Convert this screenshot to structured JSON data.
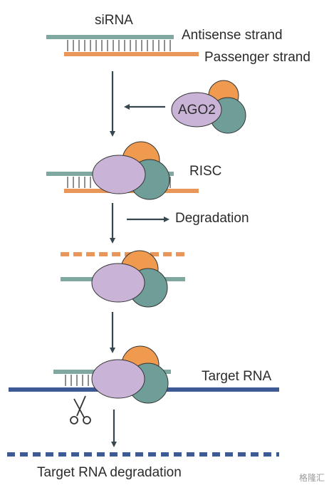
{
  "labels": {
    "sirna": "siRNA",
    "antisense": "Antisense strand",
    "passenger": "Passenger strand",
    "ago2": "AGO2",
    "risc": "RISC",
    "degradation": "Degradation",
    "target_rna": "Target RNA",
    "target_rna_degradation": "Target RNA degradation"
  },
  "watermark": "格隆汇",
  "colors": {
    "antisense_strand": "#7fa8a0",
    "passenger_strand": "#e8965a",
    "target_rna": "#3d5a94",
    "ago2_purple": "#c9b3d6",
    "ago2_orange": "#ef9a4f",
    "ago2_teal": "#6f9e98",
    "arrow": "#37474f"
  },
  "icons": [
    "scissors-icon"
  ]
}
